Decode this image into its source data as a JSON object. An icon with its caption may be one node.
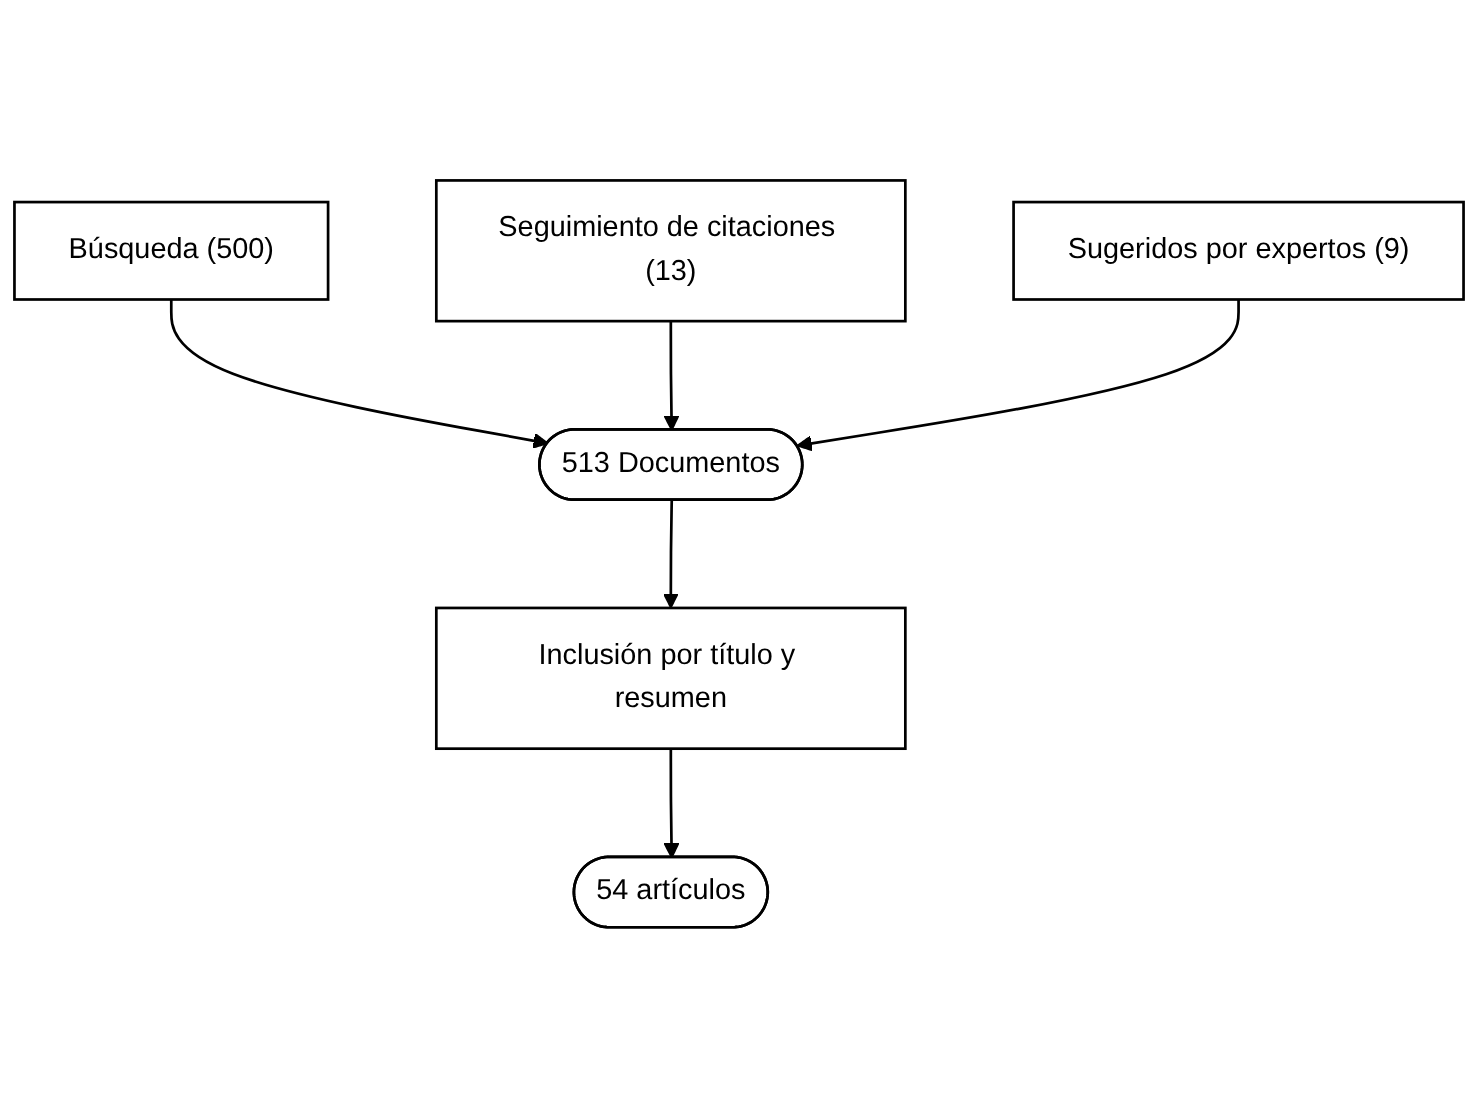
{
  "diagram": {
    "nodes": [
      {
        "text": [
          "Búsqueda (500)"
        ]
      },
      {
        "text": [
          "Seguimiento de citaciones (13)"
        ]
      },
      {
        "text": [
          "513 Documentos"
        ]
      },
      {
        "text": [
          "Sugeridos por expertos (9)"
        ]
      },
      {
        "text": [
          "Inclusión por título y resumen"
        ]
      },
      {
        "text": [
          "54 artículos"
        ]
      }
    ],
    "edges": [
      {
        "from": 0,
        "to": 2,
        "arrow": "to"
      },
      {
        "from": 1,
        "to": 2,
        "arrow": "to"
      },
      {
        "from": 3,
        "to": 2,
        "arrow": "to"
      },
      {
        "from": 2,
        "to": 4,
        "arrow": "to"
      },
      {
        "from": 4,
        "to": 5,
        "arrow": "to"
      }
    ]
  }
}
